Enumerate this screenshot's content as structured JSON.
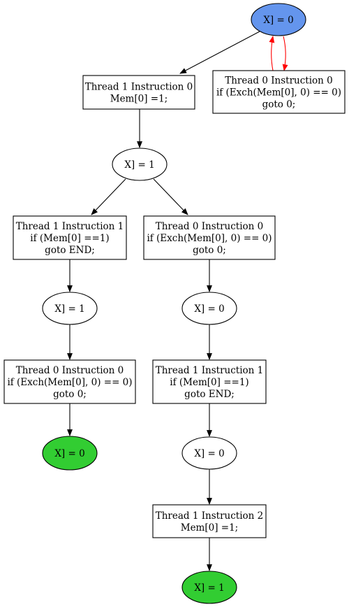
{
  "nodes": {
    "state_top": {
      "lines": [
        "X] = 0"
      ],
      "fill": "#6495ed"
    },
    "t1_i0_top": {
      "lines": [
        "Thread 1 Instruction 0",
        "Mem[0] =1;"
      ]
    },
    "t0_i0_top": {
      "lines": [
        "Thread 0 Instruction 0",
        "if (Exch(Mem[0], 0) == 0)",
        "goto 0;"
      ]
    },
    "state_x1": {
      "lines": [
        "X] = 1"
      ]
    },
    "t1_i1_left": {
      "lines": [
        "Thread 1 Instruction 1",
        "if (Mem[0] ==1)",
        "goto END;"
      ]
    },
    "t0_i0_right": {
      "lines": [
        "Thread 0 Instruction 0",
        "if (Exch(Mem[0], 0) == 0)",
        "goto 0;"
      ]
    },
    "state_x1_left": {
      "lines": [
        "X] = 1"
      ]
    },
    "state_x0_right": {
      "lines": [
        "X] = 0"
      ]
    },
    "t0_i0_left": {
      "lines": [
        "Thread 0 Instruction 0",
        "if (Exch(Mem[0], 0) == 0)",
        "goto 0;"
      ]
    },
    "t1_i1_right": {
      "lines": [
        "Thread 1 Instruction 1",
        "if (Mem[0] ==1)",
        "goto END;"
      ]
    },
    "state_final_left": {
      "lines": [
        "X] = 0"
      ],
      "fill": "#32cd32"
    },
    "state_x0_right2": {
      "lines": [
        "X] = 0"
      ]
    },
    "t1_i2_right": {
      "lines": [
        "Thread 1 Instruction 2",
        "Mem[0] =1;"
      ]
    },
    "state_final_right": {
      "lines": [
        "X] = 1"
      ],
      "fill": "#32cd32"
    }
  },
  "edge_colors": {
    "normal": "#000000",
    "loop": "#ff0000"
  }
}
